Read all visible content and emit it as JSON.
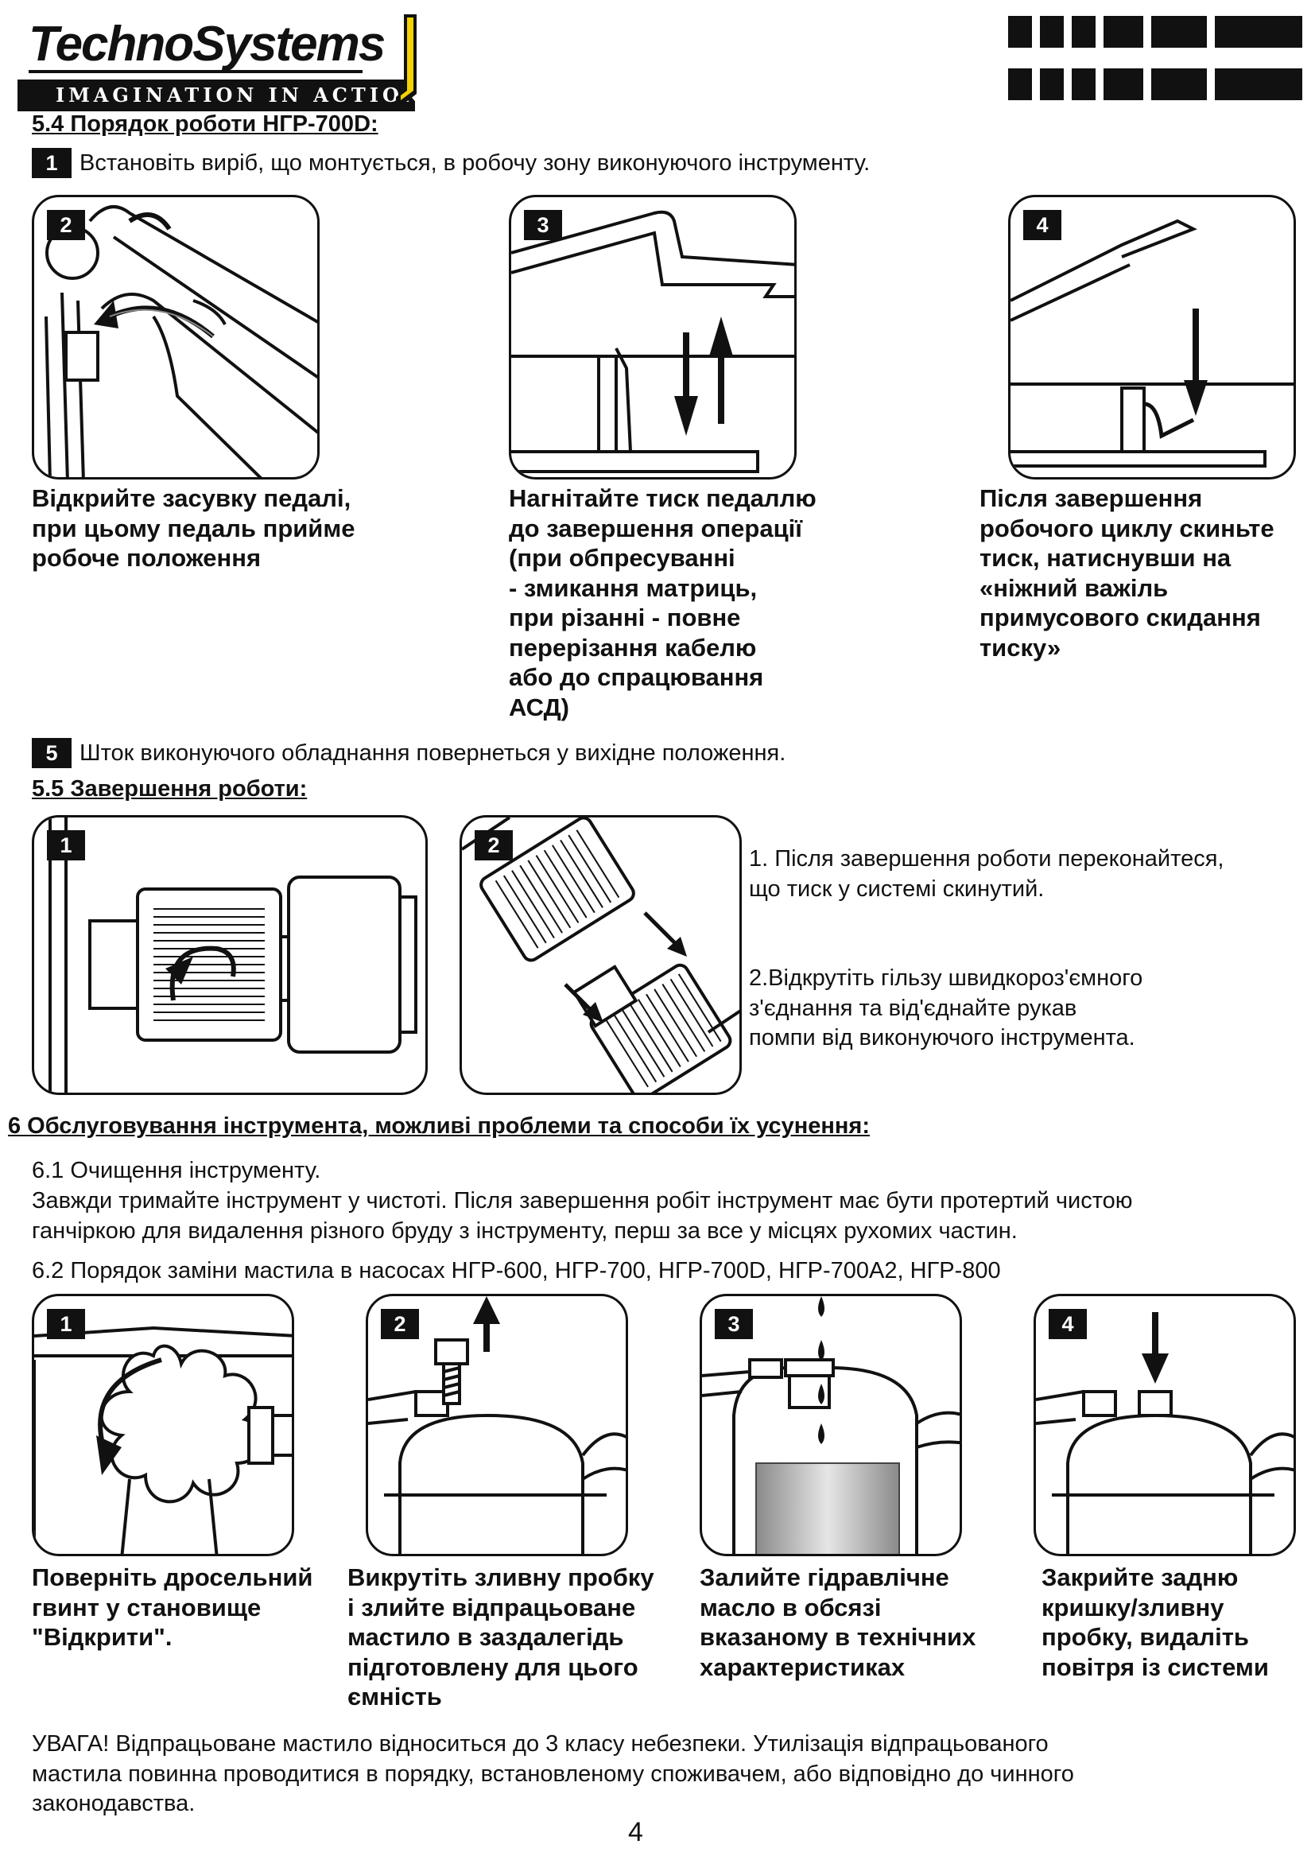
{
  "header": {
    "logo_title": "TechnoSystems",
    "logo_tagline": "IMAGINATION IN ACTION"
  },
  "section_5_4": {
    "title": "5.4 Порядок роботи НГР-700D:",
    "step1": {
      "num": "1",
      "text": "Встановіть виріб, що монтується, в робочу зону виконуючого інструменту."
    },
    "panels": [
      {
        "num": "2",
        "caption": "Відкрийте засувку педалі,\nпри цьому педаль прийме\nробоче положення"
      },
      {
        "num": "3",
        "caption": "Нагнітайте тиск педаллю\nдо завершення операції\n(при обпресуванні\n- змикання матриць,\nпри різанні - повне\nперерізання кабелю\nабо до спрацювання\nАСД)"
      },
      {
        "num": "4",
        "caption": "Після завершення\nробочого циклу скиньте\nтиск, натиснувши на\n«ніжний важіль\nпримусового скидання\n тиску»"
      }
    ],
    "step5": {
      "num": "5",
      "text": "Шток виконуючого обладнання повернеться у вихідне положення."
    }
  },
  "section_5_5": {
    "title": "5.5 Завершення роботи:",
    "panels": [
      {
        "num": "1"
      },
      {
        "num": "2"
      }
    ],
    "instruction1": "1. Після завершення роботи переконайтеся,\n що тиск у системі скинутий.",
    "instruction2": "2.Відкрутіть гільзу швидкороз'ємного\nз'єднання та від'єднайте рукав\nпомпи від виконуючого інструмента."
  },
  "section_6": {
    "title": "6 Обслуговування інструмента, можливі проблеми та способи їх усунення:",
    "sub_6_1_title": "6.1 Очищення інструменту.",
    "sub_6_1_text": "Завжди тримайте інструмент у чистоті. Після завершення робіт інструмент має бути протертий чистою\nганчіркою для видалення різного бруду з інструменту, перш за все у місцях рухомих частин.",
    "sub_6_2_title": "6.2 Порядок заміни мастила в насосах НГР-600, НГР-700, НГР-700D, НГР-700А2, НГР-800",
    "panels": [
      {
        "num": "1",
        "caption": "Поверніть дросельний\nгвинт у становище\n\"Відкрити\"."
      },
      {
        "num": "2",
        "caption": "Викрутіть зливну пробку\nі злийте відпрацьоване\nмастило в заздалегідь\nпідготовлену для цього\nємність"
      },
      {
        "num": "3",
        "caption": "Залийте гідравлічне\nмасло в обсязі\nвказаному в технічних\nхарактеристиках"
      },
      {
        "num": "4",
        "caption": "Закрийте задню\nкришку/зливну\nпробку, видаліть\nповітря із системи"
      }
    ]
  },
  "warning": "УВАГА! Відпрацьоване мастило відноситься до 3 класу небезпеки. Утилізація відпрацьованого\nмастила повинна проводитися в порядку, встановленому споживачем, або відповідно до чинного\nзаконодавства.",
  "page_number": "4"
}
